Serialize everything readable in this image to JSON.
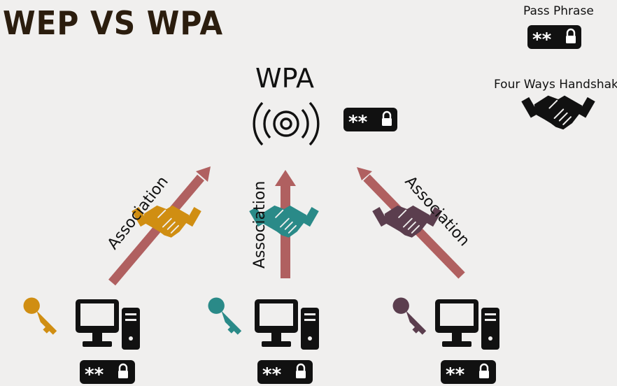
{
  "title": "WEP VS WPA",
  "access_point": {
    "label": "WPA",
    "icon": "wireless-router-icon"
  },
  "legend": {
    "pass_phrase_label": "Pass Phrase",
    "handshake_label": "Four Ways Handshake"
  },
  "password_badge_text": "**",
  "links": [
    {
      "label": "Association",
      "handshake_color": "#d08e12",
      "key_color": "#d08e12"
    },
    {
      "label": "Association",
      "handshake_color": "#2a8a88",
      "key_color": "#2a8a88"
    },
    {
      "label": "Association",
      "handshake_color": "#5b3e4e",
      "key_color": "#5b3e4e"
    }
  ],
  "colors": {
    "arrow": "#b06060",
    "icon_dark": "#111111",
    "background": "#f0efee"
  },
  "icons": [
    "key-icon",
    "computer-icon",
    "handshake-icon",
    "lock-icon"
  ]
}
